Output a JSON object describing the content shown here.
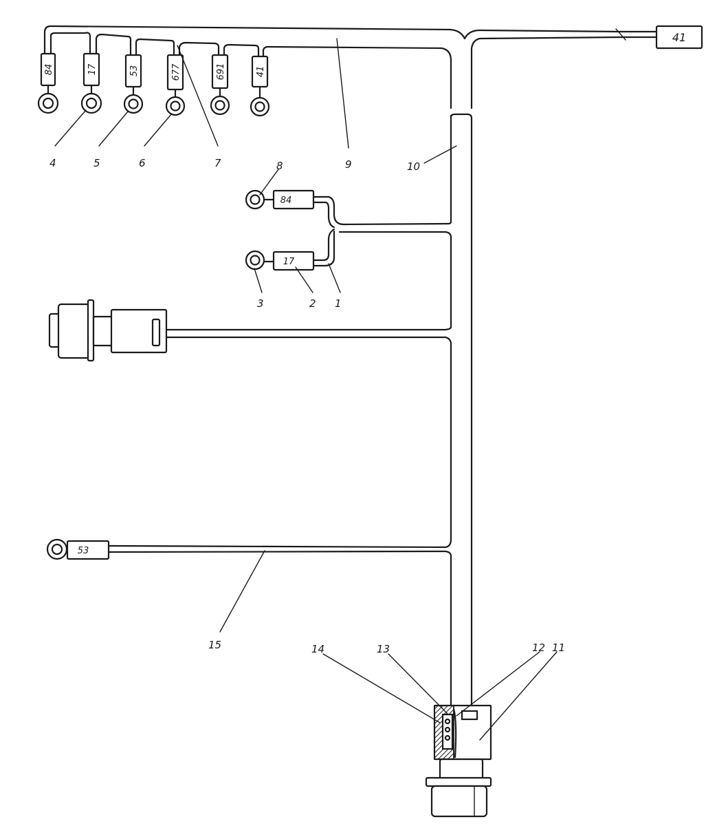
{
  "terminal_tags": {
    "top_1": "84",
    "top_2": "17",
    "top_3": "53",
    "top_4": "677",
    "top_5": "691",
    "top_6": "41",
    "right_box": "41",
    "mid_upper": "84",
    "mid_lower": "17",
    "bottom": "53"
  },
  "callouts": [
    "1",
    "2",
    "3",
    "4",
    "5",
    "6",
    "7",
    "8",
    "9",
    "10",
    "11",
    "12",
    "13",
    "14",
    "15"
  ],
  "colors": {
    "ink": "#1a1a1a",
    "paper": "#ffffff"
  }
}
